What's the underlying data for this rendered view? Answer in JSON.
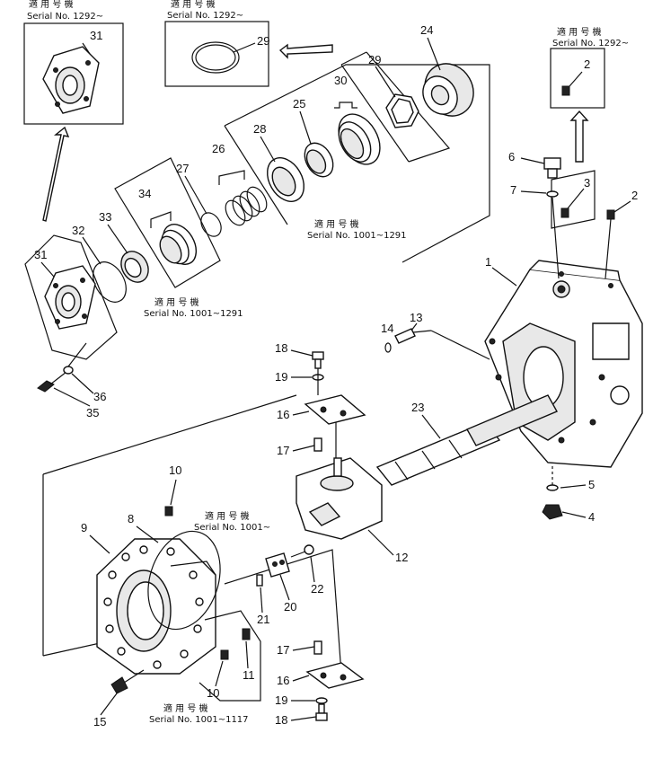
{
  "parts": {
    "p1": "1",
    "p2a": "2",
    "p2b": "2",
    "p3": "3",
    "p4": "4",
    "p5": "5",
    "p6": "6",
    "p7": "7",
    "p8": "8",
    "p9": "9",
    "p10a": "10",
    "p10b": "10",
    "p11": "11",
    "p12": "12",
    "p13": "13",
    "p14": "14",
    "p15": "15",
    "p16a": "16",
    "p16b": "16",
    "p17a": "17",
    "p17b": "17",
    "p18a": "18",
    "p18b": "18",
    "p19a": "19",
    "p19b": "19",
    "p20": "20",
    "p21": "21",
    "p22": "22",
    "p23": "23",
    "p24": "24",
    "p25": "25",
    "p26": "26",
    "p27": "27",
    "p28": "28",
    "p29a": "29",
    "p29b": "29",
    "p30": "30",
    "p31a": "31",
    "p31b": "31",
    "p32": "32",
    "p33": "33",
    "p34": "34",
    "p35": "35",
    "p36": "36"
  },
  "notes": {
    "n1_jp": "適 用 号 機",
    "n1_sn": "Serial No. 1292~",
    "n2_jp": "適 用 号 機",
    "n2_sn": "Serial No. 1292~",
    "n3_jp": "適 用 号 機",
    "n3_sn": "Serial No. 1292~",
    "n4_jp": "適 用 号 機",
    "n4_sn": "Serial No. 1001~1291",
    "n5_jp": "適 用 号 機",
    "n5_sn": "Serial No. 1001~1291",
    "n6_jp": "適 用 号 機",
    "n6_sn": "Serial No. 1001~",
    "n7_jp": "適 用 号 機",
    "n7_sn": "Serial No. 1001~1117"
  }
}
